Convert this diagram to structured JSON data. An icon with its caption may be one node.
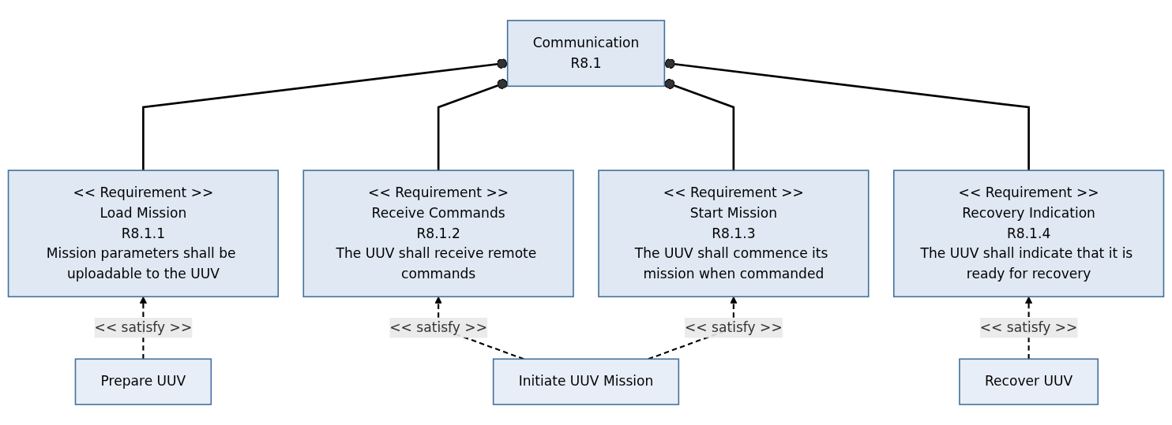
{
  "diagram": {
    "nodes": [
      {
        "text": [
          "Communication",
          "R8.1"
        ]
      },
      {
        "text": [
          "<< Requirement >>",
          "Load Mission",
          "R8.1.1",
          "Mission parameters shall be uploadable to the UUV"
        ]
      },
      {
        "text": [
          "<< Requirement >>",
          "Receive Commands",
          "R8.1.2",
          "The UUV shall receive remote commands"
        ]
      },
      {
        "text": [
          "<< Requirement >>",
          "Start Mission",
          "R8.1.3",
          "The UUV shall commence its mission when commanded"
        ]
      },
      {
        "text": [
          "<< Requirement >>",
          "Recovery Indication",
          "R8.1.4",
          "The UUV shall indicate that it is ready for recovery"
        ]
      },
      {
        "text": [
          "Prepare UUV"
        ]
      },
      {
        "text": [
          "Initiate UUV Mission"
        ]
      },
      {
        "text": [
          "Recover UUV"
        ]
      }
    ],
    "edges": [
      {
        "from": 1,
        "to": 0,
        "arrow": "other"
      },
      {
        "from": 2,
        "to": 0,
        "arrow": "other"
      },
      {
        "from": 3,
        "to": 0,
        "arrow": "other"
      },
      {
        "from": 4,
        "to": 0,
        "arrow": "other"
      },
      {
        "from": 5,
        "to": 1,
        "arrow": "to",
        "label": "<< satisfy >>",
        "style": "dashed"
      },
      {
        "from": 6,
        "to": 2,
        "arrow": "to",
        "label": "<< satisfy >>",
        "style": "dashed"
      },
      {
        "from": 6,
        "to": 3,
        "arrow": "to",
        "label": "<< satisfy >>",
        "style": "dashed"
      },
      {
        "from": 7,
        "to": 4,
        "arrow": "to",
        "label": "<< satisfy >>",
        "style": "dashed"
      }
    ]
  }
}
